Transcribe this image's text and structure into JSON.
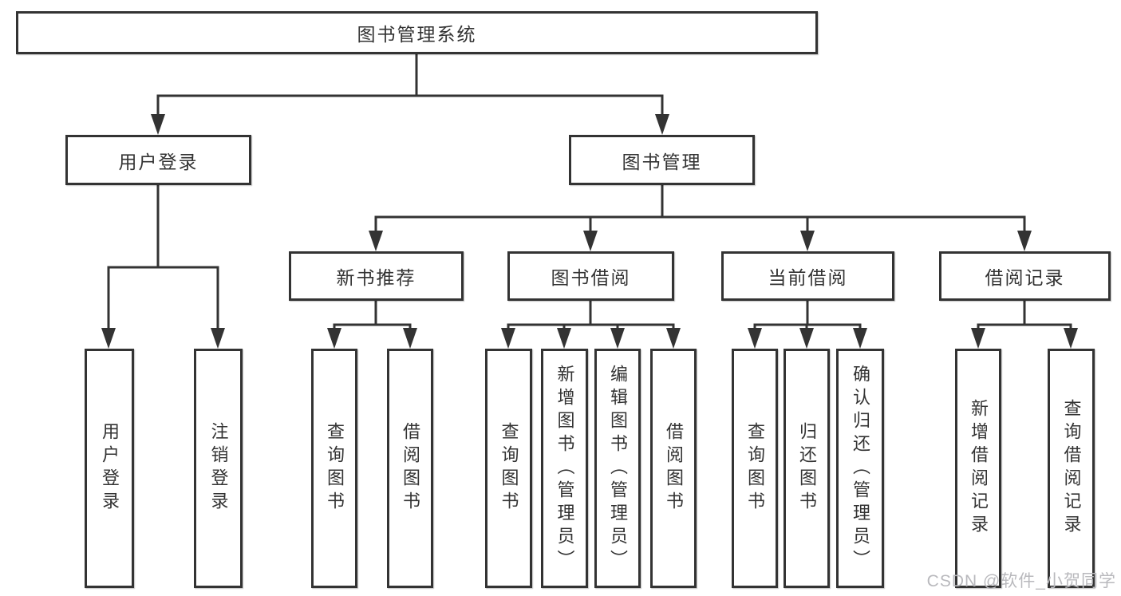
{
  "tree": {
    "label": "图书管理系统",
    "children": [
      {
        "label": "用户登录",
        "children": [
          {
            "label": "用户登录"
          },
          {
            "label": "注销登录"
          }
        ]
      },
      {
        "label": "图书管理",
        "children": [
          {
            "label": "新书推荐",
            "children": [
              {
                "label": "查询图书"
              },
              {
                "label": "借阅图书"
              }
            ]
          },
          {
            "label": "图书借阅",
            "children": [
              {
                "label": "查询图书"
              },
              {
                "label": "新增图书（管理员）"
              },
              {
                "label": "编辑图书（管理员）"
              },
              {
                "label": "借阅图书"
              }
            ]
          },
          {
            "label": "当前借阅",
            "children": [
              {
                "label": "查询图书"
              },
              {
                "label": "归还图书"
              },
              {
                "label": "确认归还（管理员）"
              }
            ]
          },
          {
            "label": "借阅记录",
            "children": [
              {
                "label": "新增借阅记录"
              },
              {
                "label": "查询借阅记录"
              }
            ]
          }
        ]
      }
    ]
  },
  "watermark": {
    "text": "CSDN @软件_小贺同学"
  },
  "colors": {
    "line": "#333333",
    "box_border": "#333333",
    "text": "#333333",
    "background": "#ffffff",
    "watermark": "#b9b9bd"
  }
}
